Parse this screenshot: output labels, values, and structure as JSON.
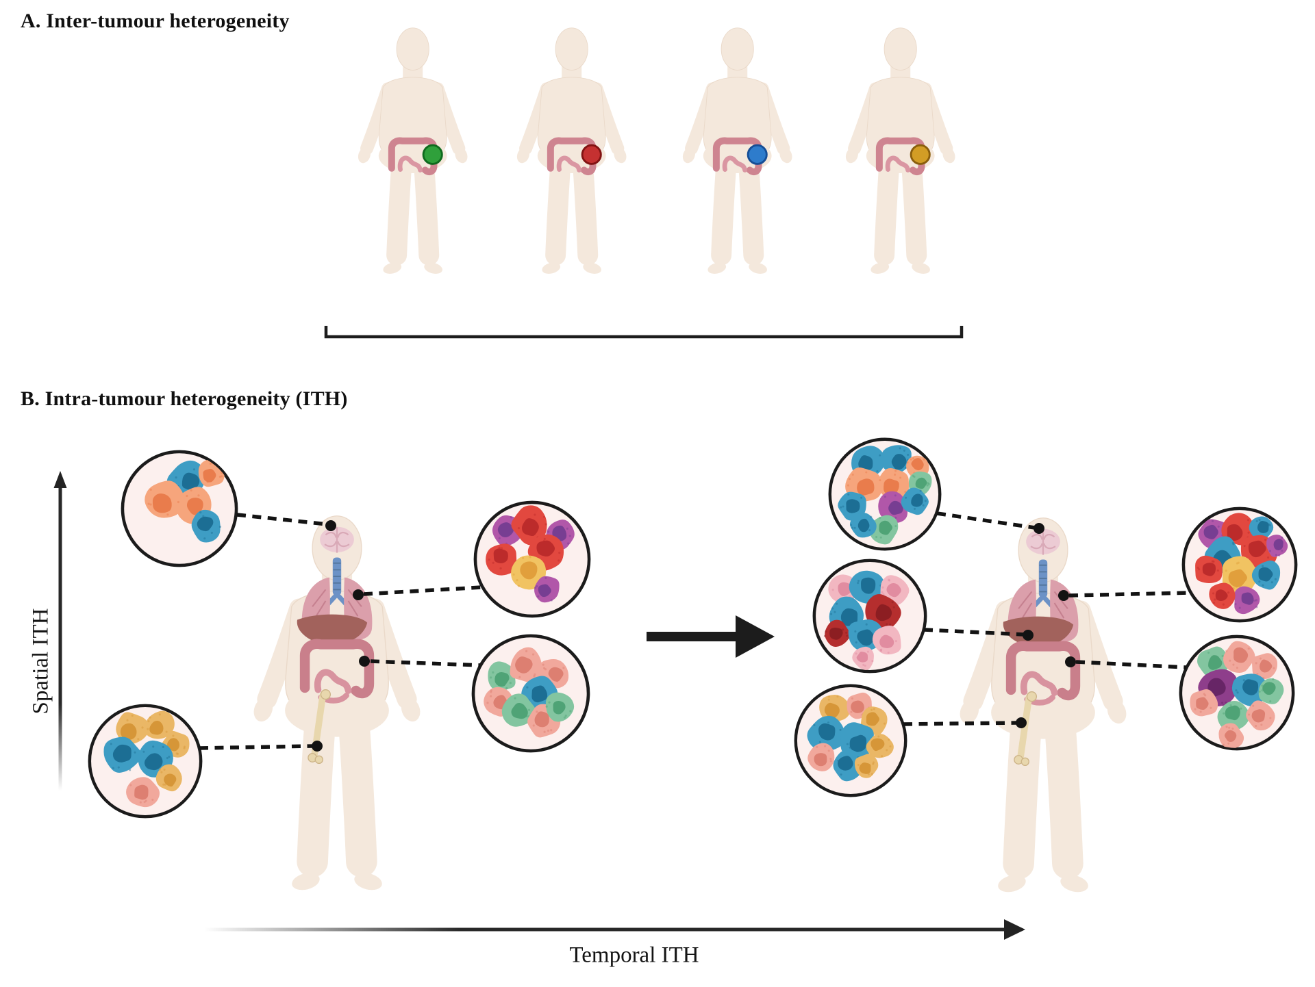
{
  "figure": {
    "panel_a": {
      "title": "A. Inter-tumour heterogeneity",
      "patients": [
        {
          "id": "patient-1",
          "tumour_fill": "#2FA03B",
          "tumour_stroke": "#0F6A1E"
        },
        {
          "id": "patient-2",
          "tumour_fill": "#C53131",
          "tumour_stroke": "#821313"
        },
        {
          "id": "patient-3",
          "tumour_fill": "#2E7CCC",
          "tumour_stroke": "#164E96"
        },
        {
          "id": "patient-4",
          "tumour_fill": "#D29D25",
          "tumour_stroke": "#8A5E0C"
        }
      ]
    },
    "panel_b": {
      "title": "B. Intra-tumour heterogeneity (ITH)",
      "y_axis_label": "Spatial ITH",
      "x_axis_label": "Temporal ITH",
      "cell_palette": {
        "orange": {
          "body": "#F6A57C",
          "nucleus": "#E97C4C"
        },
        "blue": {
          "body": "#3E9DC4",
          "nucleus": "#1C6E94"
        },
        "red": {
          "body": "#E2483F",
          "nucleus": "#BC2B2B"
        },
        "purple": {
          "body": "#B157A9",
          "nucleus": "#773E92"
        },
        "yellow": {
          "body": "#F1C362",
          "nucleus": "#E19F3C"
        },
        "salmon": {
          "body": "#F1A89C",
          "nucleus": "#DD7F71"
        },
        "green": {
          "body": "#83C5A0",
          "nucleus": "#4FA376"
        },
        "pink": {
          "body": "#F2B7C1",
          "nucleus": "#E18CA0"
        },
        "darkred": {
          "body": "#B52E2E",
          "nucleus": "#8C1E22"
        },
        "darkpurple": {
          "body": "#8E3E8B",
          "nucleus": "#672566"
        },
        "gold": {
          "body": "#EAB766",
          "nucleus": "#D69638"
        }
      },
      "timepoints": [
        {
          "id": "timepoint-1",
          "callouts": [
            {
              "site": "brain",
              "cells": [
                [
                  "blue",
                  56,
                  26,
                  16
                ],
                [
                  "orange",
                  76,
                  21,
                  12
                ],
                [
                  "orange",
                  38,
                  43,
                  18
                ],
                [
                  "orange",
                  62,
                  47,
                  16
                ],
                [
                  "blue",
                  72,
                  64,
                  14
                ]
              ]
            },
            {
              "site": "lung",
              "cells": [
                [
                  "purple",
                  30,
                  26,
                  14
                ],
                [
                  "red",
                  49,
                  22,
                  16
                ],
                [
                  "purple",
                  73,
                  30,
                  13
                ],
                [
                  "red",
                  62,
                  44,
                  16
                ],
                [
                  "red",
                  25,
                  50,
                  14
                ],
                [
                  "yellow",
                  46,
                  61,
                  16
                ],
                [
                  "purple",
                  62,
                  75,
                  12
                ]
              ]
            },
            {
              "site": "colon",
              "cells": [
                [
                  "green",
                  26,
                  36,
                  13
                ],
                [
                  "salmon",
                  46,
                  27,
                  15
                ],
                [
                  "salmon",
                  69,
                  33,
                  13
                ],
                [
                  "blue",
                  57,
                  50,
                  15
                ],
                [
                  "salmon",
                  23,
                  57,
                  13
                ],
                [
                  "green",
                  40,
                  64,
                  14
                ],
                [
                  "salmon",
                  60,
                  73,
                  14
                ],
                [
                  "green",
                  73,
                  61,
                  12
                ]
              ]
            },
            {
              "site": "bone",
              "cells": [
                [
                  "gold",
                  38,
                  23,
                  15
                ],
                [
                  "gold",
                  62,
                  20,
                  13
                ],
                [
                  "gold",
                  76,
                  36,
                  12
                ],
                [
                  "blue",
                  30,
                  45,
                  17
                ],
                [
                  "blue",
                  58,
                  48,
                  17
                ],
                [
                  "gold",
                  70,
                  64,
                  12
                ],
                [
                  "salmon",
                  48,
                  76,
                  14
                ]
              ]
            }
          ]
        },
        {
          "id": "timepoint-2",
          "callouts": [
            {
              "site": "brain",
              "cells": [
                [
                  "blue",
                  35,
                  22,
                  15
                ],
                [
                  "blue",
                  60,
                  20,
                  14
                ],
                [
                  "orange",
                  78,
                  26,
                  11
                ],
                [
                  "green",
                  80,
                  40,
                  11
                ],
                [
                  "orange",
                  31,
                  43,
                  16
                ],
                [
                  "orange",
                  57,
                  42,
                  15
                ],
                [
                  "blue",
                  22,
                  60,
                  13
                ],
                [
                  "purple",
                  57,
                  62,
                  14
                ],
                [
                  "blue",
                  76,
                  56,
                  12
                ],
                [
                  "green",
                  49,
                  80,
                  13
                ],
                [
                  "blue",
                  31,
                  76,
                  12
                ]
              ]
            },
            {
              "site": "liver",
              "cells": [
                [
                  "pink",
                  28,
                  28,
                  13
                ],
                [
                  "blue",
                  48,
                  26,
                  15
                ],
                [
                  "pink",
                  70,
                  28,
                  13
                ],
                [
                  "blue",
                  30,
                  50,
                  16
                ],
                [
                  "darkred",
                  62,
                  47,
                  16
                ],
                [
                  "darkred",
                  22,
                  66,
                  12
                ],
                [
                  "blue",
                  46,
                  66,
                  15
                ],
                [
                  "pink",
                  65,
                  71,
                  13
                ],
                [
                  "pink",
                  45,
                  86,
                  10
                ]
              ]
            },
            {
              "site": "bone",
              "cells": [
                [
                  "gold",
                  36,
                  22,
                  14
                ],
                [
                  "salmon",
                  58,
                  20,
                  12
                ],
                [
                  "gold",
                  70,
                  33,
                  13
                ],
                [
                  "blue",
                  30,
                  44,
                  17
                ],
                [
                  "blue",
                  56,
                  50,
                  16
                ],
                [
                  "gold",
                  75,
                  55,
                  12
                ],
                [
                  "salmon",
                  25,
                  65,
                  13
                ],
                [
                  "blue",
                  48,
                  72,
                  14
                ],
                [
                  "gold",
                  63,
                  72,
                  11
                ]
              ]
            },
            {
              "site": "lung",
              "cells": [
                [
                  "purple",
                  28,
                  24,
                  13
                ],
                [
                  "red",
                  48,
                  20,
                  15
                ],
                [
                  "blue",
                  68,
                  19,
                  11
                ],
                [
                  "blue",
                  36,
                  42,
                  16
                ],
                [
                  "red",
                  66,
                  39,
                  16
                ],
                [
                  "purple",
                  81,
                  34,
                  10
                ],
                [
                  "red",
                  24,
                  55,
                  13
                ],
                [
                  "yellow",
                  50,
                  59,
                  16
                ],
                [
                  "blue",
                  73,
                  59,
                  13
                ],
                [
                  "purple",
                  56,
                  80,
                  12
                ],
                [
                  "red",
                  35,
                  76,
                  11
                ]
              ]
            },
            {
              "site": "colon",
              "cells": [
                [
                  "green",
                  30,
                  24,
                  13
                ],
                [
                  "salmon",
                  52,
                  20,
                  14
                ],
                [
                  "salmon",
                  73,
                  28,
                  12
                ],
                [
                  "darkpurple",
                  35,
                  47,
                  17
                ],
                [
                  "blue",
                  61,
                  47,
                  15
                ],
                [
                  "green",
                  79,
                  48,
                  12
                ],
                [
                  "salmon",
                  22,
                  59,
                  12
                ],
                [
                  "green",
                  48,
                  69,
                  14
                ],
                [
                  "salmon",
                  70,
                  69,
                  13
                ],
                [
                  "salmon",
                  45,
                  87,
                  11
                ]
              ]
            }
          ]
        }
      ]
    }
  }
}
